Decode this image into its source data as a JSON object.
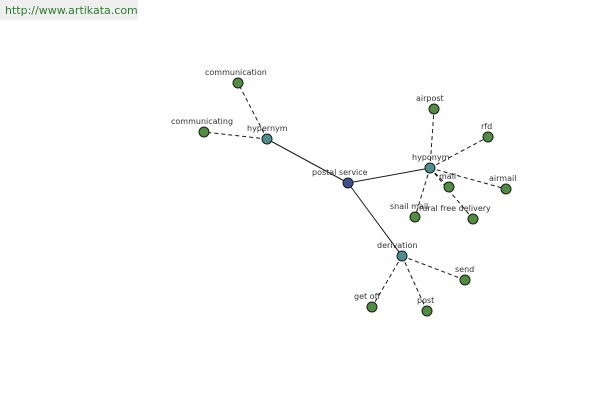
{
  "header": {
    "link_text": "http://www.artikata.com"
  },
  "colors": {
    "center_node": "#3d4f8e",
    "relation_node": "#4e8e8e",
    "leaf_node": "#4f8d3f",
    "link_text": "#2e7d2e"
  },
  "graph": {
    "nodes": [
      {
        "id": "postal_service",
        "label": "postal service",
        "kind": "center"
      },
      {
        "id": "hypernym",
        "label": "hypernym",
        "kind": "relation"
      },
      {
        "id": "hyponym",
        "label": "hyponym",
        "kind": "relation"
      },
      {
        "id": "derivation",
        "label": "derivation",
        "kind": "relation"
      },
      {
        "id": "communication",
        "label": "communication",
        "kind": "leaf"
      },
      {
        "id": "communicating",
        "label": "communicating",
        "kind": "leaf"
      },
      {
        "id": "airpost",
        "label": "airpost",
        "kind": "leaf"
      },
      {
        "id": "rfd",
        "label": "rfd",
        "kind": "leaf"
      },
      {
        "id": "mail",
        "label": "mail",
        "kind": "leaf"
      },
      {
        "id": "airmail",
        "label": "airmail",
        "kind": "leaf"
      },
      {
        "id": "snail_mail",
        "label": "snail mail",
        "kind": "leaf"
      },
      {
        "id": "rural_free_delivery",
        "label": "rural free delivery",
        "kind": "leaf"
      },
      {
        "id": "send",
        "label": "send",
        "kind": "leaf"
      },
      {
        "id": "get_off",
        "label": "get off",
        "kind": "leaf"
      },
      {
        "id": "post",
        "label": "post",
        "kind": "leaf"
      }
    ],
    "edges": [
      {
        "from": "postal_service",
        "to": "hypernym",
        "style": "solid"
      },
      {
        "from": "postal_service",
        "to": "hyponym",
        "style": "solid"
      },
      {
        "from": "postal_service",
        "to": "derivation",
        "style": "solid"
      },
      {
        "from": "hypernym",
        "to": "communication",
        "style": "dashed"
      },
      {
        "from": "hypernym",
        "to": "communicating",
        "style": "dashed"
      },
      {
        "from": "hyponym",
        "to": "airpost",
        "style": "dashed"
      },
      {
        "from": "hyponym",
        "to": "rfd",
        "style": "dashed"
      },
      {
        "from": "hyponym",
        "to": "mail",
        "style": "dashed"
      },
      {
        "from": "hyponym",
        "to": "airmail",
        "style": "dashed"
      },
      {
        "from": "hyponym",
        "to": "snail_mail",
        "style": "dashed"
      },
      {
        "from": "hyponym",
        "to": "rural_free_delivery",
        "style": "dashed"
      },
      {
        "from": "derivation",
        "to": "send",
        "style": "dashed"
      },
      {
        "from": "derivation",
        "to": "get_off",
        "style": "dashed"
      },
      {
        "from": "derivation",
        "to": "post",
        "style": "dashed"
      }
    ]
  }
}
